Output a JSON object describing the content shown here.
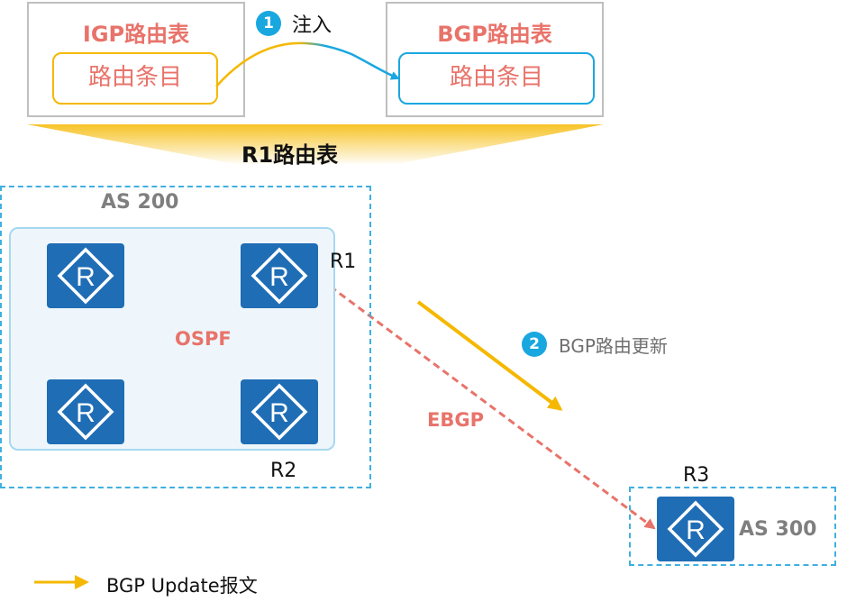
{
  "igp_table": {
    "title": "IGP路由表",
    "entry": "路由条目"
  },
  "bgp_table": {
    "title": "BGP路由表",
    "entry": "路由条目"
  },
  "step1": {
    "number": "1",
    "label": "注入"
  },
  "r1_table_label": "R1路由表",
  "as200": {
    "label": "AS 200",
    "protocol": "OSPF"
  },
  "as300": {
    "label": "AS 300"
  },
  "routers": {
    "r1": "R1",
    "r2": "R2",
    "r3": "R3",
    "glyph": "R"
  },
  "ebgp_label": "EBGP",
  "step2": {
    "number": "2",
    "label": "BGP路由更新"
  },
  "legend": {
    "label": "BGP Update报文"
  },
  "colors": {
    "accent_red": "#e8736a",
    "router_blue": "#1f6db5",
    "dashed_blue": "#3fb0e0",
    "update_yellow": "#f5b800",
    "igp_entry_border": "#f5b800",
    "bgp_entry_border": "#19a7e0"
  }
}
